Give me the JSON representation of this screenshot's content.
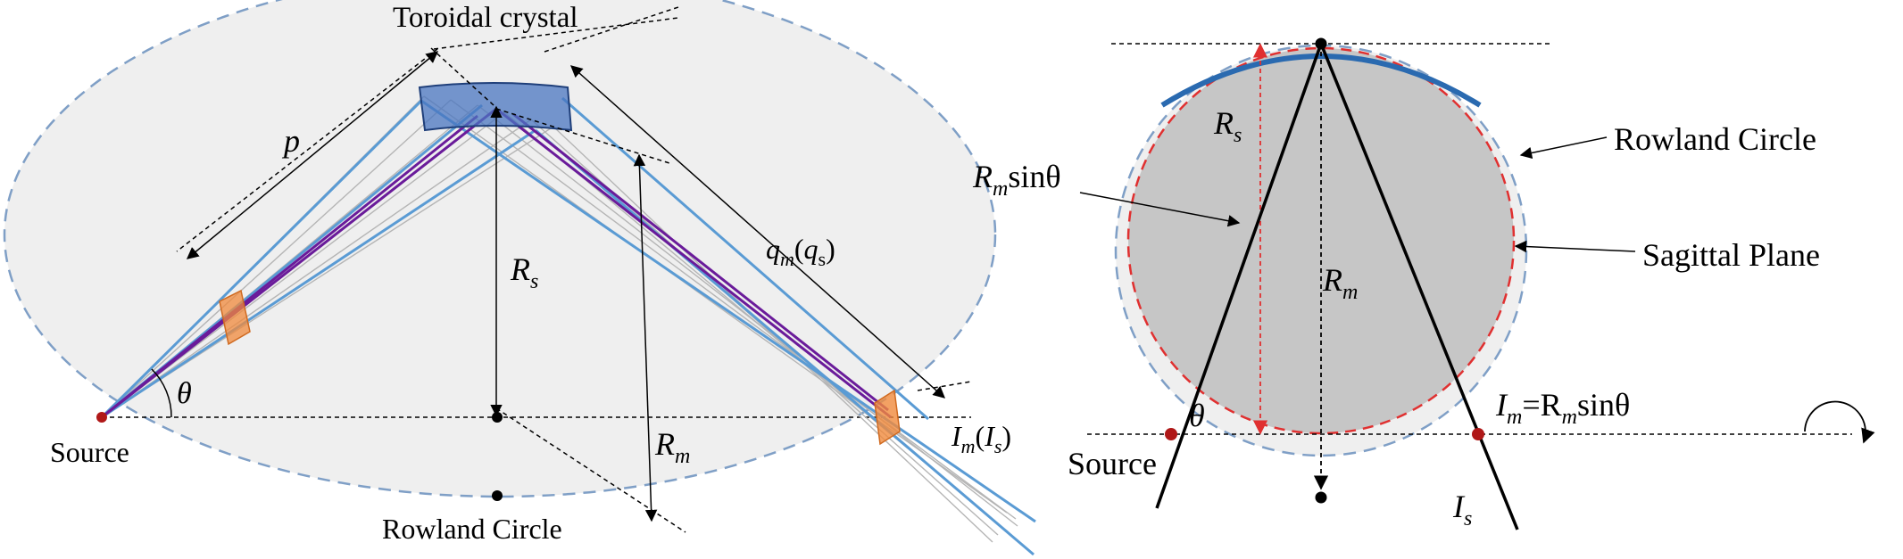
{
  "left_panel": {
    "labels": {
      "title": "Toroidal crystal",
      "p": "p",
      "rs_main": "R",
      "rs_sub": "s",
      "q_main": "q",
      "q_sub_m": "m",
      "q_paren_open": "(",
      "q_paren_main": "q",
      "q_paren_sub": "s",
      "q_paren_close": ")",
      "theta": "θ",
      "source": "Source",
      "rm_main": "R",
      "rm_sub": "m",
      "im_main": "I",
      "im_sub": "m",
      "im_paren_open": "(",
      "is_main": "I",
      "is_sub": "s",
      "im_paren_close": ")",
      "rowland": "Rowland Circle"
    }
  },
  "right_panel": {
    "labels": {
      "rs_main": "R",
      "rs_sub": "s",
      "rmsin_main": "R",
      "rmsin_sub": "m",
      "rmsin_rest": "sinθ",
      "rm_main": "R",
      "rm_sub": "m",
      "rowland": "Rowland Circle",
      "sagittal": "Sagittal Plane",
      "theta": "θ",
      "source": "Source",
      "im_main": "I",
      "im_sub": "m",
      "im_rest_eq": "=R",
      "im_rest_sub": "m",
      "im_rest_sin": "sinθ",
      "is_main": "I",
      "is_sub": "s"
    }
  },
  "colors": {
    "ellipse_fill": "#efefef",
    "dashed_circle": "#7f9fc6",
    "crystal_fill": "#4a76c0",
    "blue_ray": "#5a9bd4",
    "purple_ray": "#6a1b9a",
    "gray_ray": "#b5b5b5",
    "orange_slit": "#f08a3c",
    "dark_disc": "#c6c6c6",
    "red_dashed": "#e03030",
    "source_dot": "#b01818",
    "arc_blue": "#2a6ab0"
  }
}
